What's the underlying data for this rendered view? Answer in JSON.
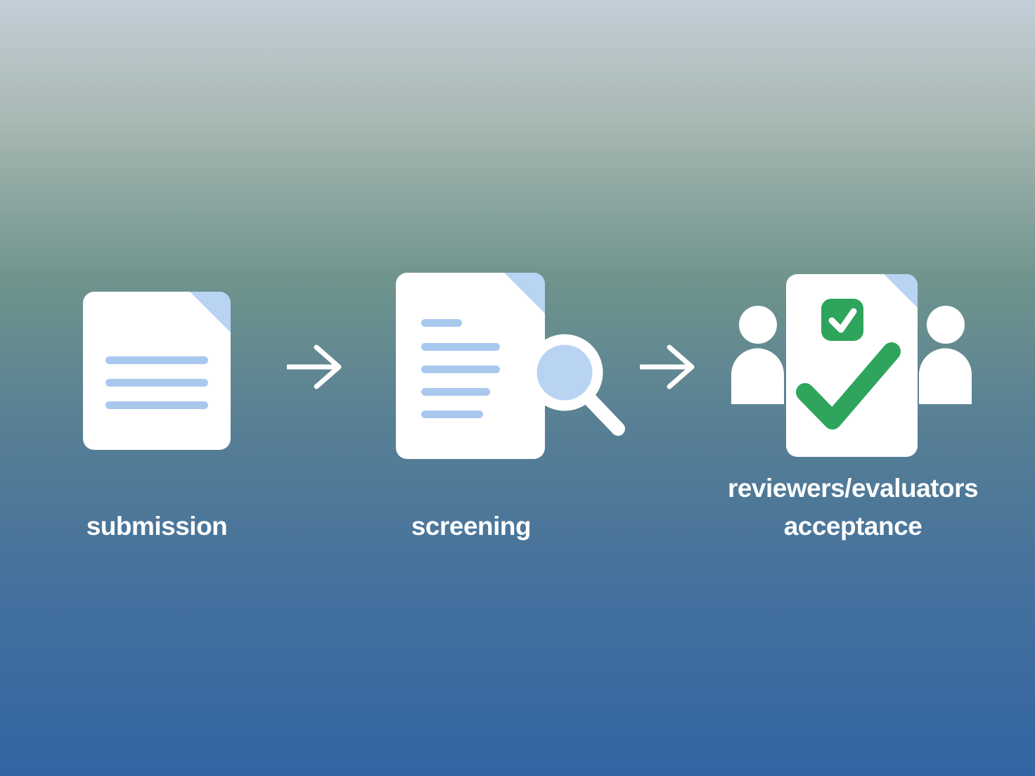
{
  "diagram": {
    "steps": [
      {
        "id": "submission",
        "icon": "document-icon",
        "label": "submission"
      },
      {
        "id": "screening",
        "icon": "document-magnifier-icon",
        "label": "screening"
      },
      {
        "id": "acceptance",
        "icon": "reviewers-approval-icon",
        "label_line1": "reviewers/evaluators",
        "label_line2": "acceptance"
      }
    ],
    "connector_icon": "arrow-right-icon"
  },
  "colors": {
    "background_top": "#c3cfd8",
    "background_mid": "#6f948d",
    "background_bottom": "#3364a4",
    "document_fill": "#ffffff",
    "fold_fill": "#b9d3f3",
    "text_lines": "#a9c8ee",
    "magnifier_fill": "#b9d3f3",
    "check_green": "#2fa45c",
    "label_text": "#ffffff"
  }
}
